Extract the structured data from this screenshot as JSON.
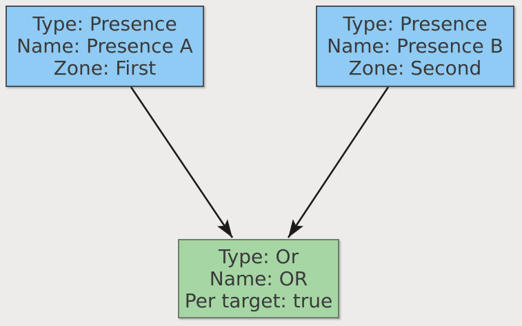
{
  "diagram": {
    "background_color": "#edecea",
    "text_color": "#3a3a3a",
    "arrow_color": "#1b1b1b",
    "nodes": {
      "presence_a": {
        "fill": "#8fcbf4",
        "border": "#4b5056",
        "lines": [
          "Type: Presence",
          "Name: Presence A",
          "Zone: First"
        ]
      },
      "presence_b": {
        "fill": "#8fcbf4",
        "border": "#4b5056",
        "lines": [
          "Type: Presence",
          "Name: Presence B",
          "Zone: Second"
        ]
      },
      "or_gate": {
        "fill": "#a5d6a4",
        "border": "#6f7d6f",
        "lines": [
          "Type: Or",
          "Name: OR",
          "Per target: true"
        ]
      }
    },
    "edges": [
      {
        "from": "Presence A",
        "to": "OR"
      },
      {
        "from": "Presence B",
        "to": "OR"
      }
    ]
  }
}
